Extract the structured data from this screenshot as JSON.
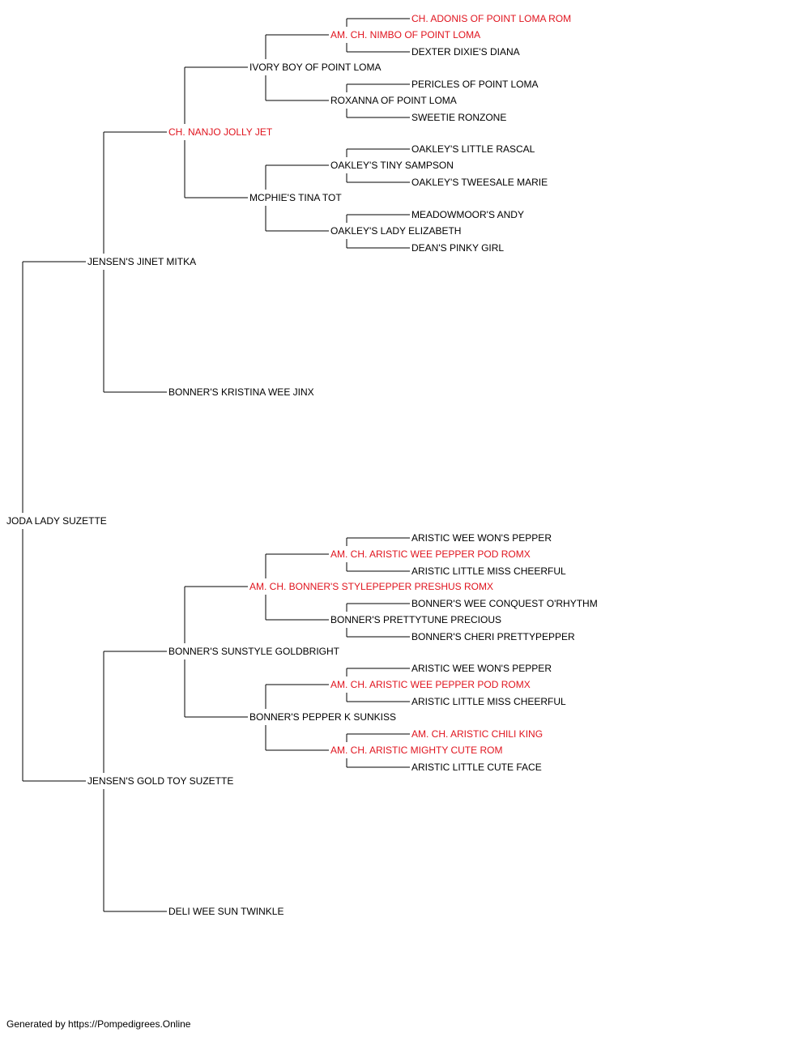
{
  "accent_color": "#e0141e",
  "text_color": "#000000",
  "line_color": "#000000",
  "pedigree": {
    "name": "JODA LADY SUZETTE",
    "titled": false,
    "sire": {
      "name": "JENSEN'S JINET MITKA",
      "titled": false,
      "sire": {
        "name": "CH. NANJO JOLLY JET",
        "titled": true,
        "sire": {
          "name": "IVORY BOY OF POINT LOMA",
          "titled": false,
          "sire": {
            "name": "AM. CH. NIMBO OF POINT LOMA",
            "titled": true,
            "sire": {
              "name": "CH. ADONIS OF POINT LOMA ROM",
              "titled": true
            },
            "dam": {
              "name": "DEXTER DIXIE'S DIANA",
              "titled": false
            }
          },
          "dam": {
            "name": "ROXANNA OF POINT LOMA",
            "titled": false,
            "sire": {
              "name": "PERICLES OF POINT LOMA",
              "titled": false
            },
            "dam": {
              "name": "SWEETIE RONZONE",
              "titled": false
            }
          }
        },
        "dam": {
          "name": "MCPHIE'S TINA TOT",
          "titled": false,
          "sire": {
            "name": "OAKLEY'S TINY SAMPSON",
            "titled": false,
            "sire": {
              "name": "OAKLEY'S LITTLE RASCAL",
              "titled": false
            },
            "dam": {
              "name": "OAKLEY'S TWEESALE MARIE",
              "titled": false
            }
          },
          "dam": {
            "name": "OAKLEY'S LADY ELIZABETH",
            "titled": false,
            "sire": {
              "name": "MEADOWMOOR'S ANDY",
              "titled": false
            },
            "dam": {
              "name": "DEAN'S PINKY GIRL",
              "titled": false
            }
          }
        }
      },
      "dam": {
        "name": "BONNER'S KRISTINA WEE JINX",
        "titled": false
      }
    },
    "dam": {
      "name": "JENSEN'S GOLD TOY SUZETTE",
      "titled": false,
      "sire": {
        "name": "BONNER'S SUNSTYLE GOLDBRIGHT",
        "titled": false,
        "sire": {
          "name": "AM. CH. BONNER'S STYLEPEPPER PRESHUS ROMX",
          "titled": true,
          "sire": {
            "name": "AM. CH. ARISTIC WEE PEPPER POD ROMX",
            "titled": true,
            "sire": {
              "name": "ARISTIC WEE WON'S PEPPER",
              "titled": false
            },
            "dam": {
              "name": "ARISTIC LITTLE MISS CHEERFUL",
              "titled": false
            }
          },
          "dam": {
            "name": "BONNER'S PRETTYTUNE PRECIOUS",
            "titled": false,
            "sire": {
              "name": "BONNER'S WEE CONQUEST O'RHYTHM",
              "titled": false
            },
            "dam": {
              "name": "BONNER'S CHERI PRETTYPEPPER",
              "titled": false
            }
          }
        },
        "dam": {
          "name": "BONNER'S PEPPER K SUNKISS",
          "titled": false,
          "sire": {
            "name": "AM. CH. ARISTIC WEE PEPPER POD ROMX",
            "titled": true,
            "sire": {
              "name": "ARISTIC WEE WON'S PEPPER",
              "titled": false
            },
            "dam": {
              "name": "ARISTIC LITTLE MISS CHEERFUL",
              "titled": false
            }
          },
          "dam": {
            "name": "AM. CH. ARISTIC MIGHTY CUTE ROM",
            "titled": true,
            "sire": {
              "name": "AM. CH. ARISTIC CHILI KING",
              "titled": true
            },
            "dam": {
              "name": "ARISTIC LITTLE CUTE FACE",
              "titled": false
            }
          }
        }
      },
      "dam": {
        "name": "DELI WEE SUN TWINKLE",
        "titled": false
      }
    }
  },
  "footer": "Generated by https://Pompedigrees.Online"
}
